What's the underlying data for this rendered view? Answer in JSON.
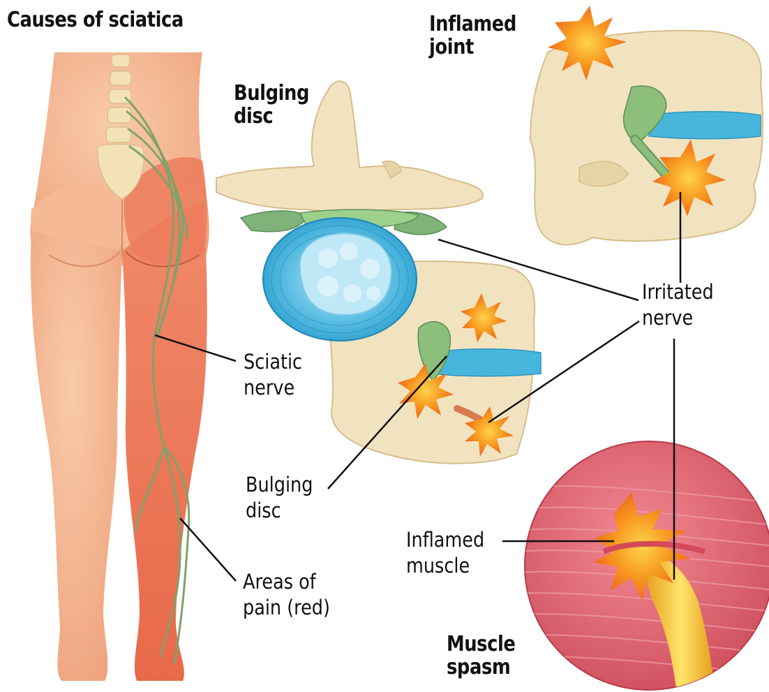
{
  "title": "Causes of sciatica",
  "headings": {
    "bulging_disc": [
      "Bulging",
      "disc"
    ],
    "inflamed_joint": [
      "Inflamed",
      "joint"
    ],
    "muscle_spasm": [
      "Muscle",
      "spasm"
    ]
  },
  "labels": {
    "sciatic_nerve": [
      "Sciatic",
      "nerve"
    ],
    "areas_of_pain": [
      "Areas of",
      "pain (red)"
    ],
    "bulging_disc": [
      "Bulging",
      "disc"
    ],
    "irritated_nerve": [
      "Irritated",
      "nerve"
    ],
    "inflamed_muscle": [
      "Inflamed",
      "muscle"
    ]
  },
  "colors": {
    "skin": "#f4b592",
    "pain": "#ec7b5a",
    "nerve": "#7fa36a",
    "bone": "#f1e3bf",
    "disc": "#3fb1d9",
    "inflammation": "#f5842b",
    "muscle": "#d95a68"
  }
}
